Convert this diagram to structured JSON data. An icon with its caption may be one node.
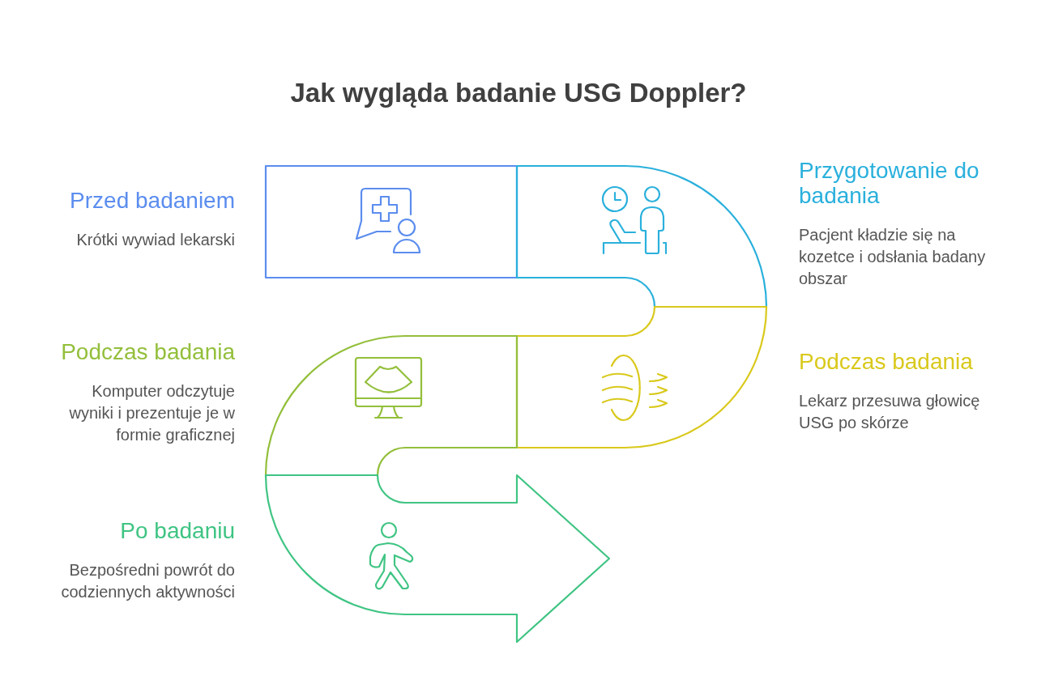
{
  "diagram": {
    "title": "Jak wygląda badanie USG Doppler?",
    "nodes": [
      {
        "text": [
          "Przed badaniem",
          "Krótki wywiad lekarski"
        ]
      },
      {
        "text": [
          "Przygotowanie do badania",
          "Pacjent kładzie się na kozetce i odsłania badany obszar"
        ]
      },
      {
        "text": [
          "Podczas badania",
          "Lekarz przesuwa głowicę USG po skórze"
        ]
      },
      {
        "text": [
          "Podczas badania",
          "Komputer odczytuje wyniki i prezentuje je w formie graficznej"
        ]
      },
      {
        "text": [
          "Po badaniu",
          "Bezpośredni powrót do codziennych aktywności"
        ]
      }
    ]
  }
}
